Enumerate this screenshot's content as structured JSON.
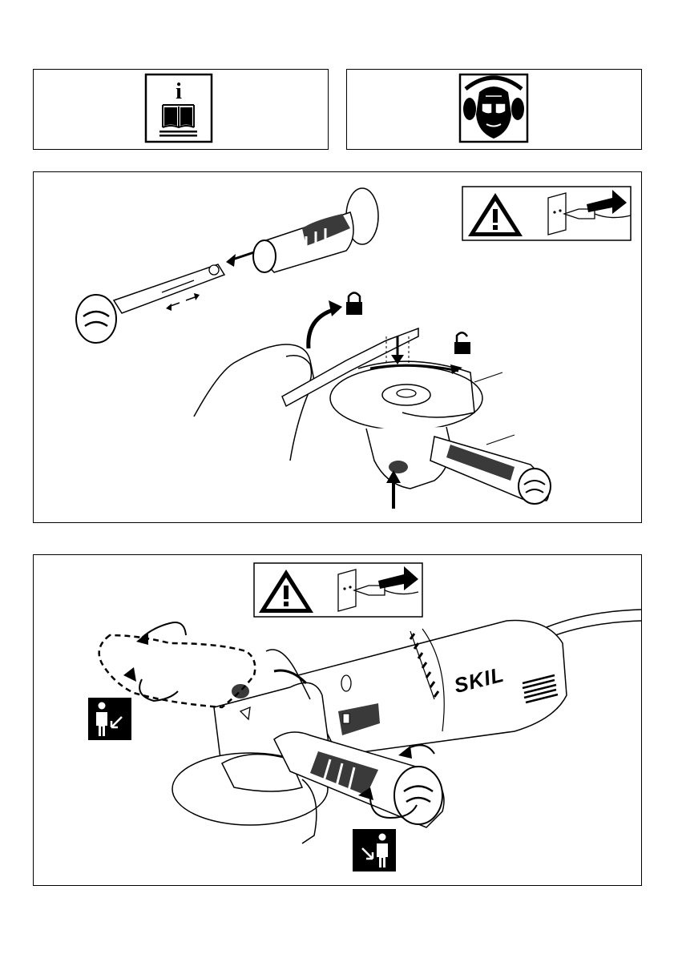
{
  "page": {
    "panels": [
      {
        "id": "info",
        "icon": "read-manual-icon"
      },
      {
        "id": "ppe",
        "icon": "wear-eye-ear-protection-icon"
      },
      {
        "id": "guard-mount",
        "icon": "guard-and-handle-mounting-illustration"
      },
      {
        "id": "handle-position",
        "icon": "handle-position-illustration"
      }
    ],
    "info_letter": "i",
    "brand_logo": "SKIL",
    "icons": {
      "warning": "warning-triangle-icon",
      "unplug": "unplug-icon",
      "lock": "lock-icon",
      "unlock": "unlock-icon",
      "person_left": "person-left-hand-icon",
      "person_right": "person-right-hand-icon"
    },
    "colors": {
      "ink": "#000000",
      "paper": "#ffffff",
      "grip": "#3a3a3a"
    }
  }
}
